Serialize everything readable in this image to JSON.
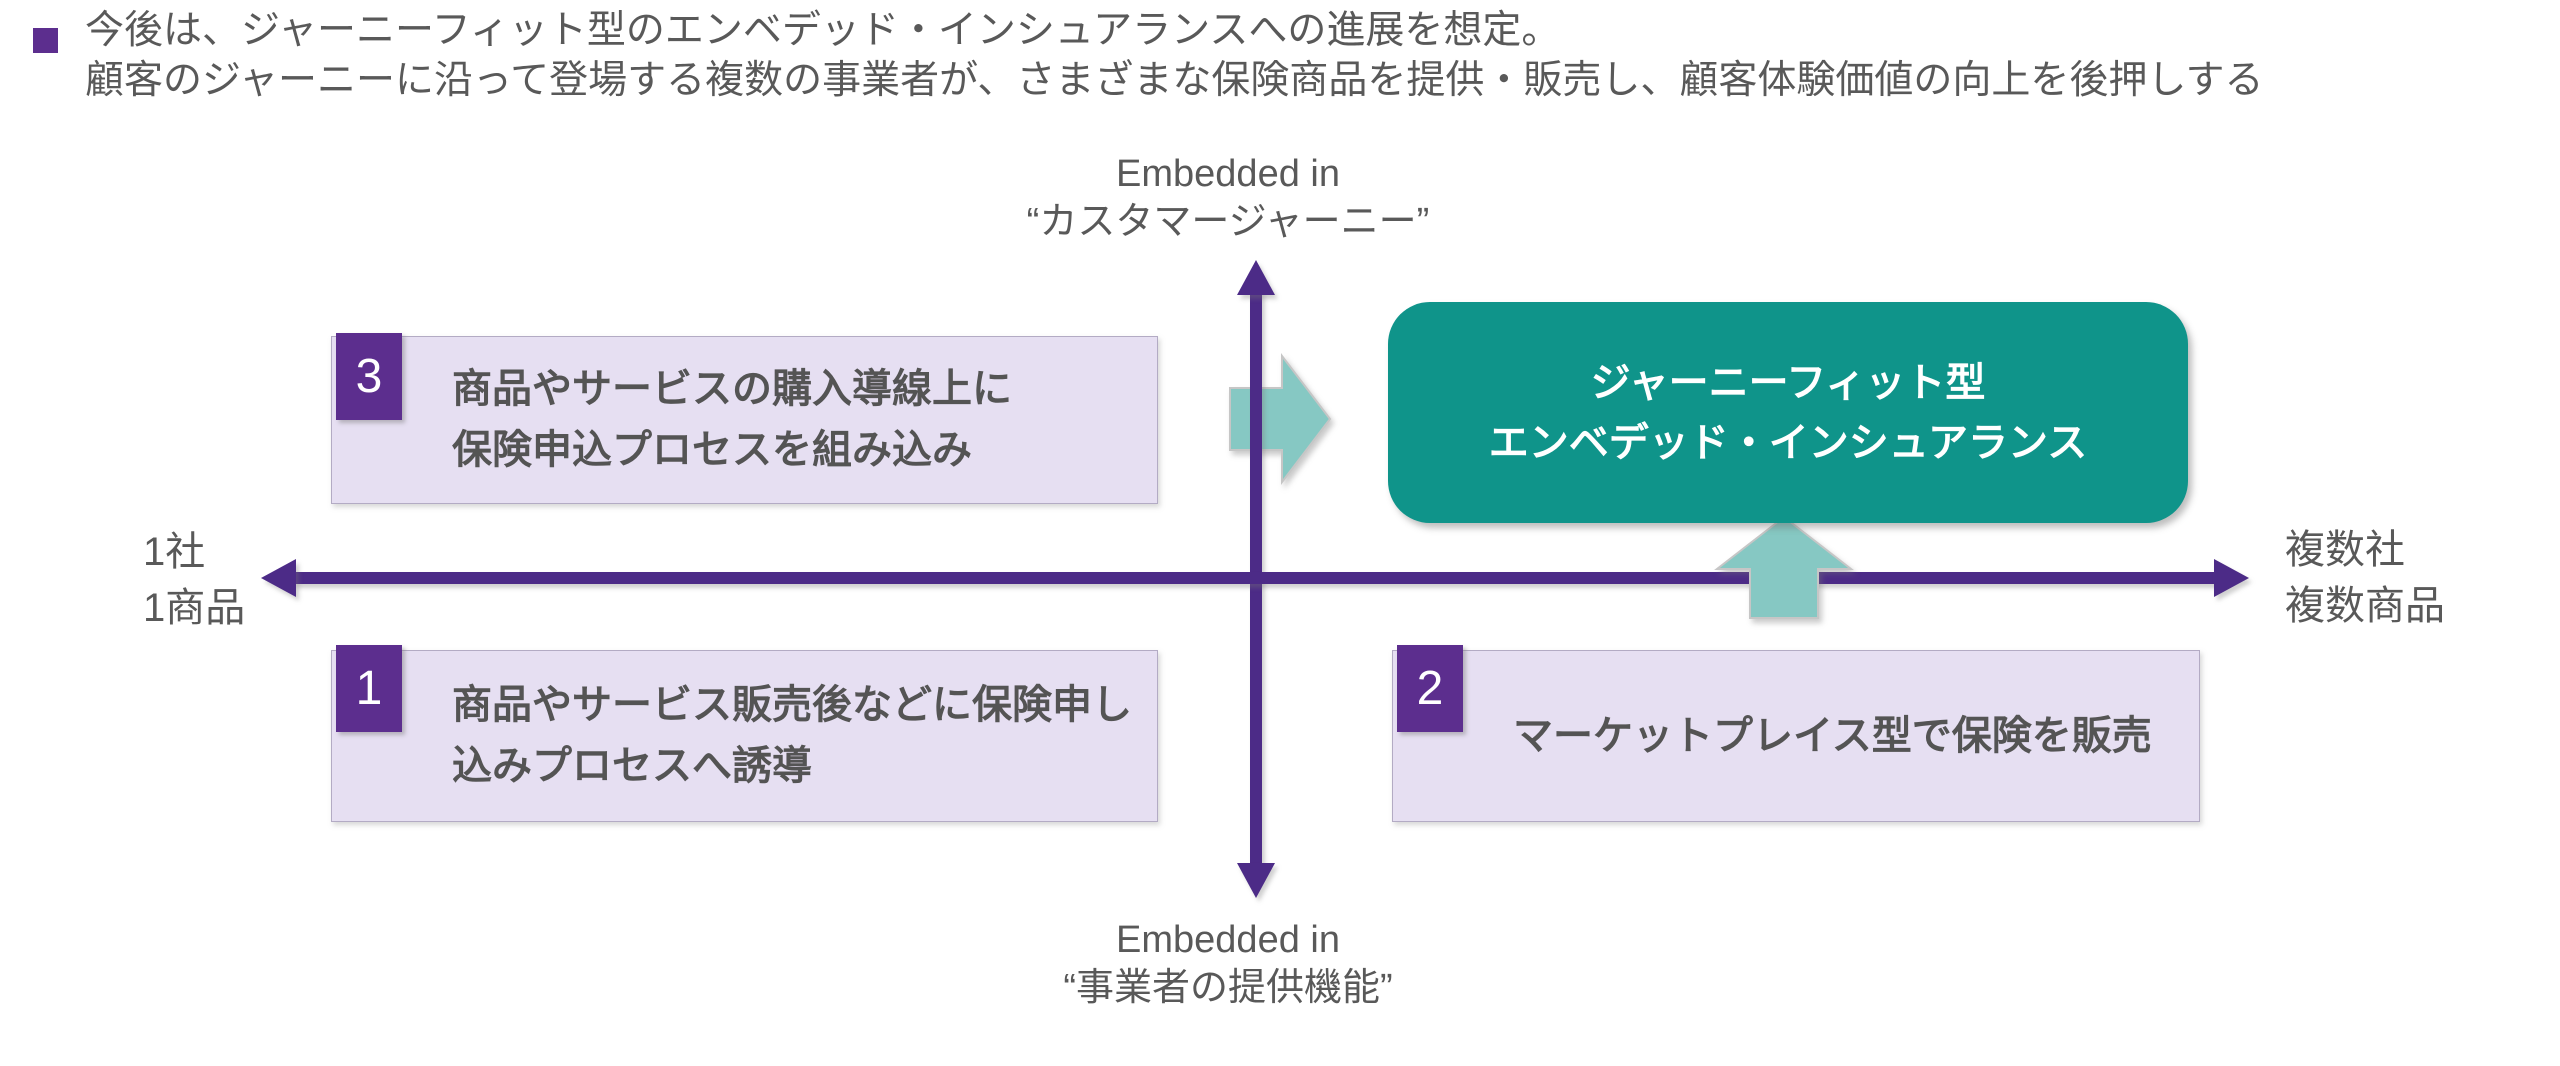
{
  "header": {
    "line1": "今後は、ジャーニーフィット型のエンベデッド・インシュアランスへの進展を想定。",
    "line2": "顧客のジャーニーに沿って登場する複数の事業者が、さまざまな保険商品を提供・販売し、顧客体験価値の向上を後押しする"
  },
  "axis": {
    "top": {
      "en": "Embedded in",
      "jp": "“カスタマージャーニー”"
    },
    "bottom": {
      "en": "Embedded in",
      "jp": "“事業者の提供機能”"
    },
    "left": {
      "line1": "1社",
      "line2": "1商品"
    },
    "right": {
      "line1": "複数社",
      "line2": "複数商品"
    }
  },
  "boxes": {
    "box1": {
      "number": "1",
      "line1": "商品やサービス販売後などに保険申し",
      "line2": "込みプロセスへ誘導"
    },
    "box2": {
      "number": "2",
      "line1": "マーケットプレイス型で保険を販売"
    },
    "box3": {
      "number": "3",
      "line1": "商品やサービスの購入導線上に",
      "line2": "保険申込プロセスを組み込み"
    },
    "goal": {
      "line1": "ジャーニーフィット型",
      "line2": "エンベデッド・インシュアランス"
    }
  },
  "colors": {
    "axis_purple": "#4C2B87",
    "badge_purple": "#5C2E8E",
    "lavender_fill": "#E6DFF2",
    "lavender_border": "#B3ABC4",
    "teal_box": "#0F948A",
    "light_teal_arrow": "#86C8C3",
    "text_gray": "#595959",
    "box_text_gray": "#545454"
  }
}
